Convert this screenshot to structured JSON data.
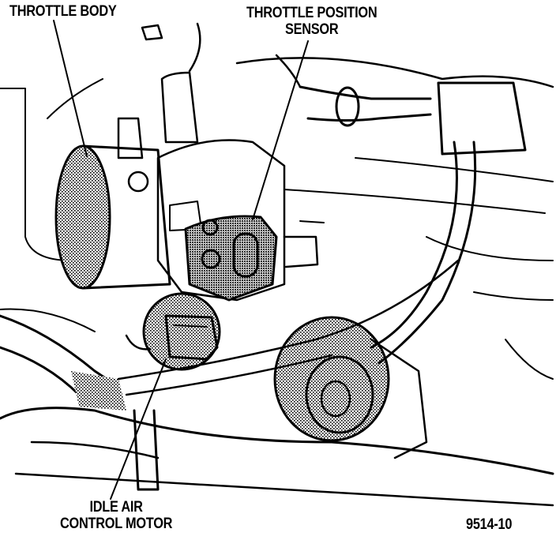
{
  "labels": {
    "throttle_body": "THROTTLE BODY",
    "throttle_position_sensor": [
      "THROTTLE POSITION",
      "SENSOR"
    ],
    "idle_air_control_motor": [
      "IDLE AIR",
      "CONTROL MOTOR"
    ],
    "figure_number": "9514-10"
  },
  "colors": {
    "ink": "#000000",
    "paper": "#ffffff"
  }
}
